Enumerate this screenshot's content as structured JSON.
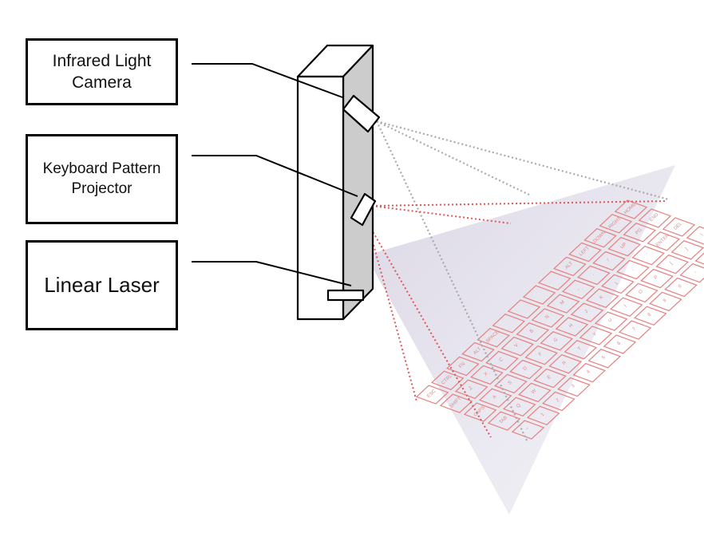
{
  "labels": {
    "camera_line1": "Infrared Light",
    "camera_line2": "Camera",
    "projector_line1": "Keyboard Pattern",
    "projector_line2": "Projector",
    "laser": "Linear Laser"
  },
  "colors": {
    "device_front": "#ffffff",
    "device_side": "#cccccc",
    "outline": "#000000",
    "camera_rays": "#aaaaaa",
    "projector_rays": "#e05555",
    "key_outline": "#e48080",
    "laser_plane": "#e8e6ee"
  },
  "keyboard": {
    "rows": 5,
    "columns": 14,
    "key_legends": [
      [
        "~",
        "1",
        "2",
        "3",
        "4",
        "5",
        "6",
        "7",
        "8",
        "9",
        "0",
        "-",
        "=",
        "BKSP"
      ],
      [
        "TAB",
        "Q",
        "W",
        "E",
        "R",
        "T",
        "Y",
        "U",
        "I",
        "O",
        "P",
        "[",
        "]",
        "\\"
      ],
      [
        "CAPS",
        "A",
        "S",
        "D",
        "F",
        "G",
        "H",
        "J",
        "K",
        "L",
        ";",
        "'",
        "ENTER",
        "DEL"
      ],
      [
        "SHIFT",
        "Z",
        "X",
        "C",
        "V",
        "B",
        "N",
        "M",
        ",",
        ".",
        "/",
        "UP",
        "PG",
        "END"
      ],
      [
        "ESC",
        "CTRL",
        "FN",
        "ALT",
        "SPACE",
        "",
        "",
        "",
        "",
        "ALT",
        "LEFT",
        "DOWN",
        "RIGHT",
        "HOME"
      ]
    ]
  }
}
